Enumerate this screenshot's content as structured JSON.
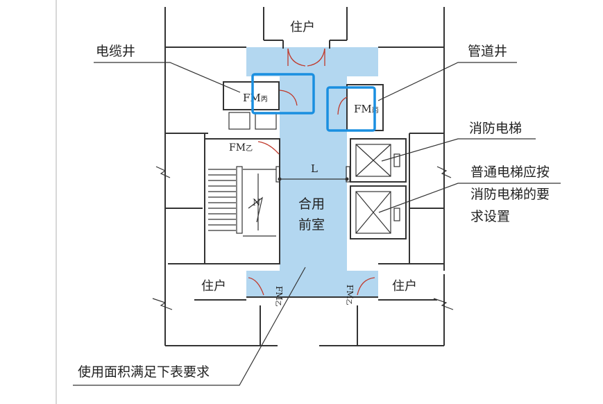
{
  "labels": {
    "residence_top": "住户",
    "residence_left": "住户",
    "residence_right": "住户",
    "cable_shaft": "电缆井",
    "pipe_shaft": "管道井",
    "fire_elevator": "消防电梯",
    "normal_elevator_l1": "普通电梯应按",
    "normal_elevator_l2": "消防电梯的要",
    "normal_elevator_l3": "求设置",
    "area_requirement": "使用面积满足下表要求",
    "shared_anteroom_l1": "合用",
    "shared_anteroom_l2": "前室",
    "dimension_l": "L",
    "fm_bing_main": "FM",
    "fm_bing_sub": "丙",
    "fm_yi_main": "FM",
    "fm_yi_sub": "乙",
    "stair_n": "N"
  },
  "colors": {
    "anteroom_fill": "#b3d7f0",
    "highlight_box": "#1a8fe0",
    "door_swing": "#c0392b",
    "wall": "#333333"
  }
}
